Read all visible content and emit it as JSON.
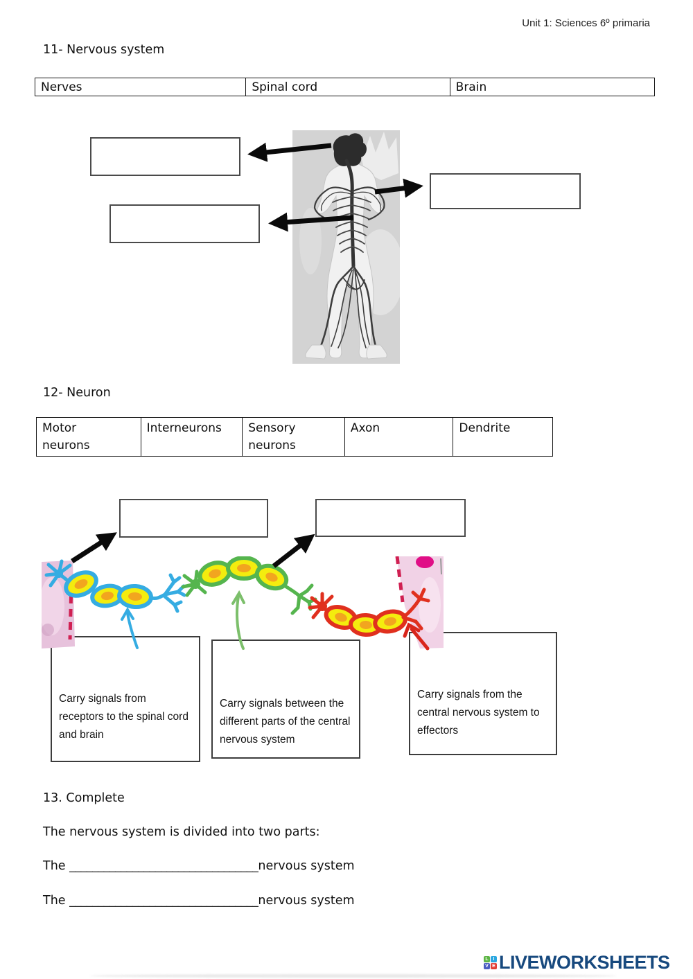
{
  "header": {
    "course": "Unit 1: Sciences 6º primaria"
  },
  "section11": {
    "title": "11- Nervous system",
    "word_bank": [
      "Nerves",
      "Spinal cord",
      "Brain"
    ]
  },
  "section12": {
    "title": "12- Neuron",
    "word_bank": [
      "Motor neurons",
      "Interneurons",
      "Sensory neurons",
      "Axon",
      "Dendrite"
    ],
    "cards": [
      {
        "blank": "_________________________",
        "text": "Carry signals from receptors to the spinal cord and brain"
      },
      {
        "blank": "_________________________",
        "text": "Carry signals between the different parts of the central nervous system"
      },
      {
        "blank": "________________________",
        "text": "Carry signals from the central nervous system to effectors"
      }
    ]
  },
  "section13": {
    "title": "13. Complete",
    "intro": "The nervous system is divided into two parts:",
    "lines": [
      {
        "prefix": "The ",
        "blank": "_________________________________",
        "suffix": "nervous system"
      },
      {
        "prefix": "The ",
        "blank": "_________________________________",
        "suffix": "nervous system"
      }
    ]
  },
  "footer": {
    "squares": [
      {
        "letter": "L",
        "color": "#5cb544"
      },
      {
        "letter": "I",
        "color": "#2aa7e0"
      },
      {
        "letter": "V",
        "color": "#4a5dc0"
      },
      {
        "letter": "E",
        "color": "#e23e34"
      }
    ],
    "brand": "LIVEWORKSHEETS",
    "brand_color": "#17497e"
  },
  "colors": {
    "sensory_neuron": "#35ace2",
    "interneuron": "#55b54e",
    "motor_neuron": "#e0301e",
    "cell_body": "#f4ec0e",
    "nucleus": "#f2a51f",
    "myelin_dash": "#d02052",
    "tissue_pink": "#e7c2dc"
  }
}
